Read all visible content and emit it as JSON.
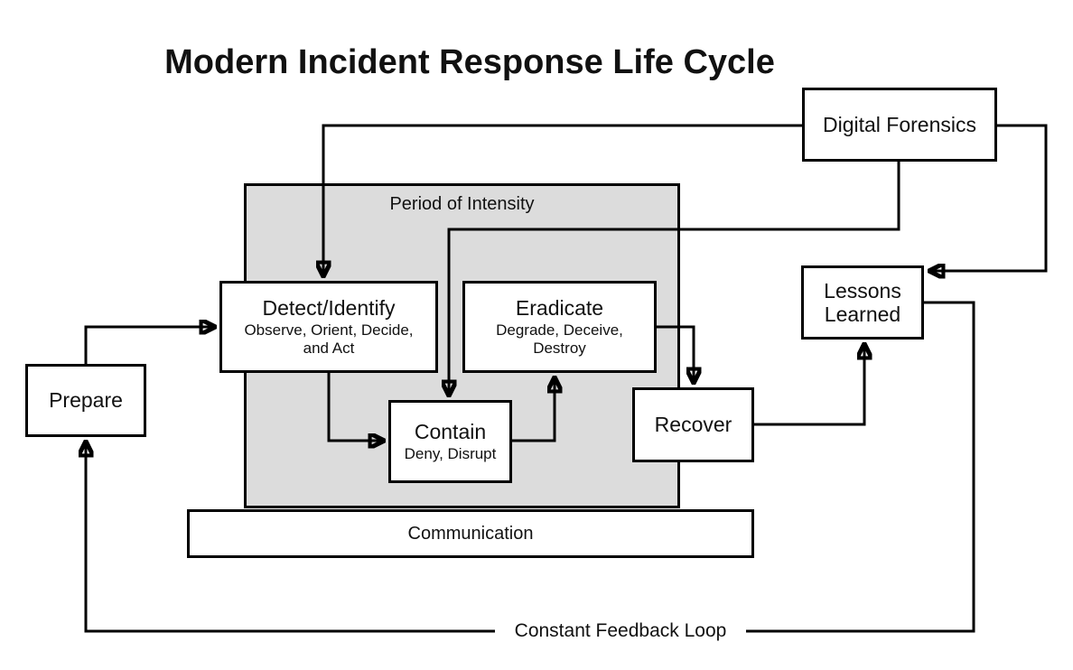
{
  "title": "Modern Incident Response Life Cycle",
  "regions": {
    "period_of_intensity": {
      "label": "Period of Intensity"
    },
    "communication": {
      "label": "Communication"
    }
  },
  "nodes": {
    "prepare": {
      "label": "Prepare"
    },
    "detect": {
      "label": "Detect/Identify",
      "sublabel": "Observe, Orient, Decide, and Act"
    },
    "eradicate": {
      "label": "Eradicate",
      "sublabel": "Degrade, Deceive, Destroy"
    },
    "contain": {
      "label": "Contain",
      "sublabel": "Deny, Disrupt"
    },
    "recover": {
      "label": "Recover"
    },
    "lessons_learned": {
      "label": "Lessons Learned"
    },
    "digital_forensics": {
      "label": "Digital Forensics"
    }
  },
  "annotations": {
    "feedback_loop": "Constant Feedback Loop"
  },
  "colors": {
    "background": "#ffffff",
    "node_fill": "#ffffff",
    "region_fill": "#dcdcdc",
    "line": "#000000",
    "text": "#111111"
  }
}
